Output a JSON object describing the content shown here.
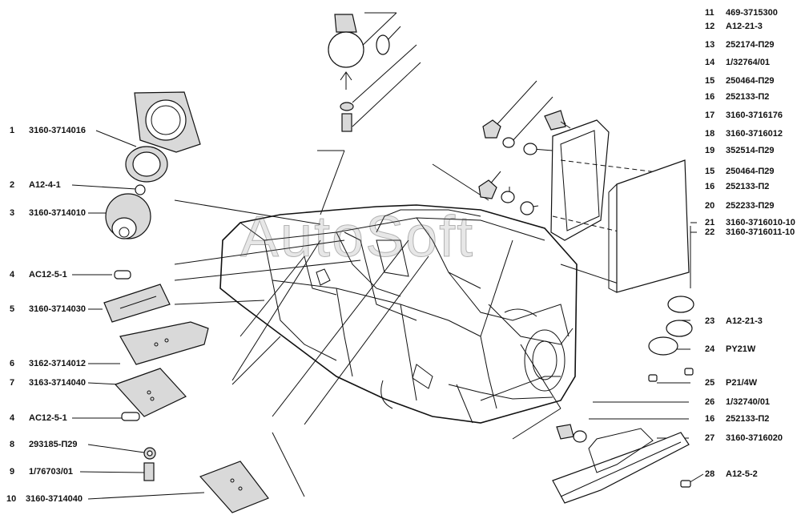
{
  "watermark": "AutoSoft",
  "left_labels": [
    {
      "num": "1",
      "code": "3160-3714016"
    },
    {
      "num": "2",
      "code": "A12-4-1"
    },
    {
      "num": "3",
      "code": "3160-3714010"
    },
    {
      "num": "4",
      "code": "AC12-5-1"
    },
    {
      "num": "5",
      "code": "3160-3714030"
    },
    {
      "num": "6",
      "code": "3162-3714012"
    },
    {
      "num": "7",
      "code": "3163-3714040"
    },
    {
      "num": "4",
      "code": "AC12-5-1"
    },
    {
      "num": "8",
      "code": "293185-П29"
    },
    {
      "num": "9",
      "code": "1/76703/01"
    },
    {
      "num": "10",
      "code": "3160-3714040"
    }
  ],
  "right_labels": [
    {
      "num": "11",
      "code": "469-3715300"
    },
    {
      "num": "12",
      "code": "A12-21-3"
    },
    {
      "num": "13",
      "code": "252174-П29"
    },
    {
      "num": "14",
      "code": "1/32764/01"
    },
    {
      "num": "15",
      "code": "250464-П29"
    },
    {
      "num": "16",
      "code": "252133-П2"
    },
    {
      "num": "17",
      "code": "3160-3716176"
    },
    {
      "num": "18",
      "code": "3160-3716012"
    },
    {
      "num": "19",
      "code": "352514-П29"
    },
    {
      "num": "15",
      "code": "250464-П29"
    },
    {
      "num": "16",
      "code": "252133-П2"
    },
    {
      "num": "20",
      "code": "252233-П29"
    },
    {
      "num": "21",
      "code": "3160-3716010-10"
    },
    {
      "num": "22",
      "code": "3160-3716011-10"
    },
    {
      "num": "23",
      "code": "A12-21-3"
    },
    {
      "num": "24",
      "code": "PY21W"
    },
    {
      "num": "25",
      "code": "P21/4W"
    },
    {
      "num": "26",
      "code": "1/32740/01"
    },
    {
      "num": "16",
      "code": "252133-П2"
    },
    {
      "num": "27",
      "code": "3160-3716020"
    },
    {
      "num": "28",
      "code": "A12-5-2"
    }
  ]
}
